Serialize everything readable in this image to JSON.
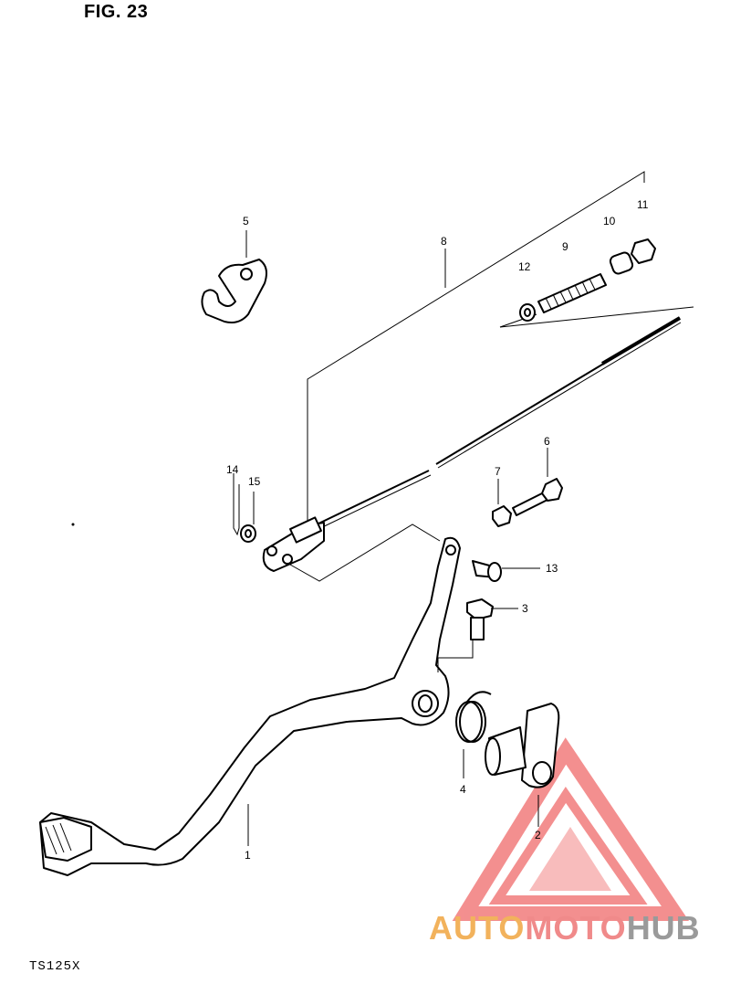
{
  "figure": {
    "title": "FIG. 23",
    "model": "TS125X"
  },
  "callouts": {
    "p1": "1",
    "p2": "2",
    "p3": "3",
    "p4": "4",
    "p5": "5",
    "p6": "6",
    "p7": "7",
    "p8": "8",
    "p9": "9",
    "p10": "10",
    "p11": "11",
    "p12": "12",
    "p13": "13",
    "p14": "14",
    "p15": "15"
  },
  "watermark": {
    "text_auto": "AUTO",
    "text_moto": "MOTO",
    "text_hub": "HUB",
    "color_auto": "#f2b25c",
    "color_moto": "#f08a8a",
    "color_hub": "#9a9a9a",
    "color_logo": "#f06a6a"
  }
}
